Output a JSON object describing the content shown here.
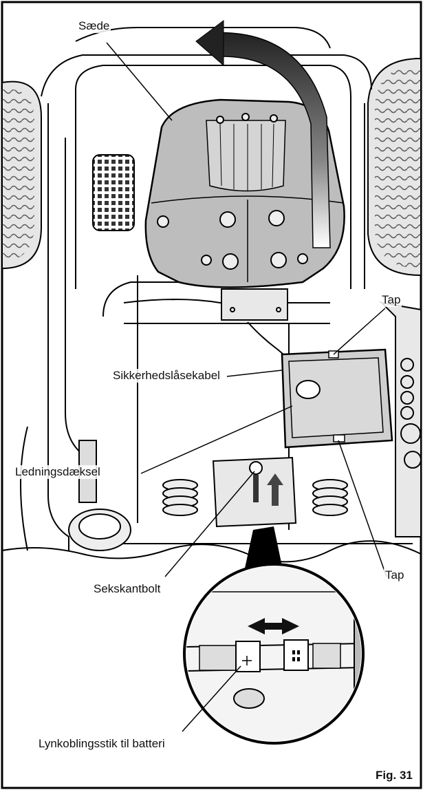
{
  "labels": {
    "seat": "Sæde",
    "tab_top": "Tap",
    "safety_cable": "Sikkerhedslåsekabel",
    "wire_cover": "Ledningsdæksel",
    "hex_bolt": "Sekskantbolt",
    "tab_bottom": "Tap",
    "quick_connector": "Lynkoblingsstik til batteri",
    "figure": "Fig. 31"
  }
}
